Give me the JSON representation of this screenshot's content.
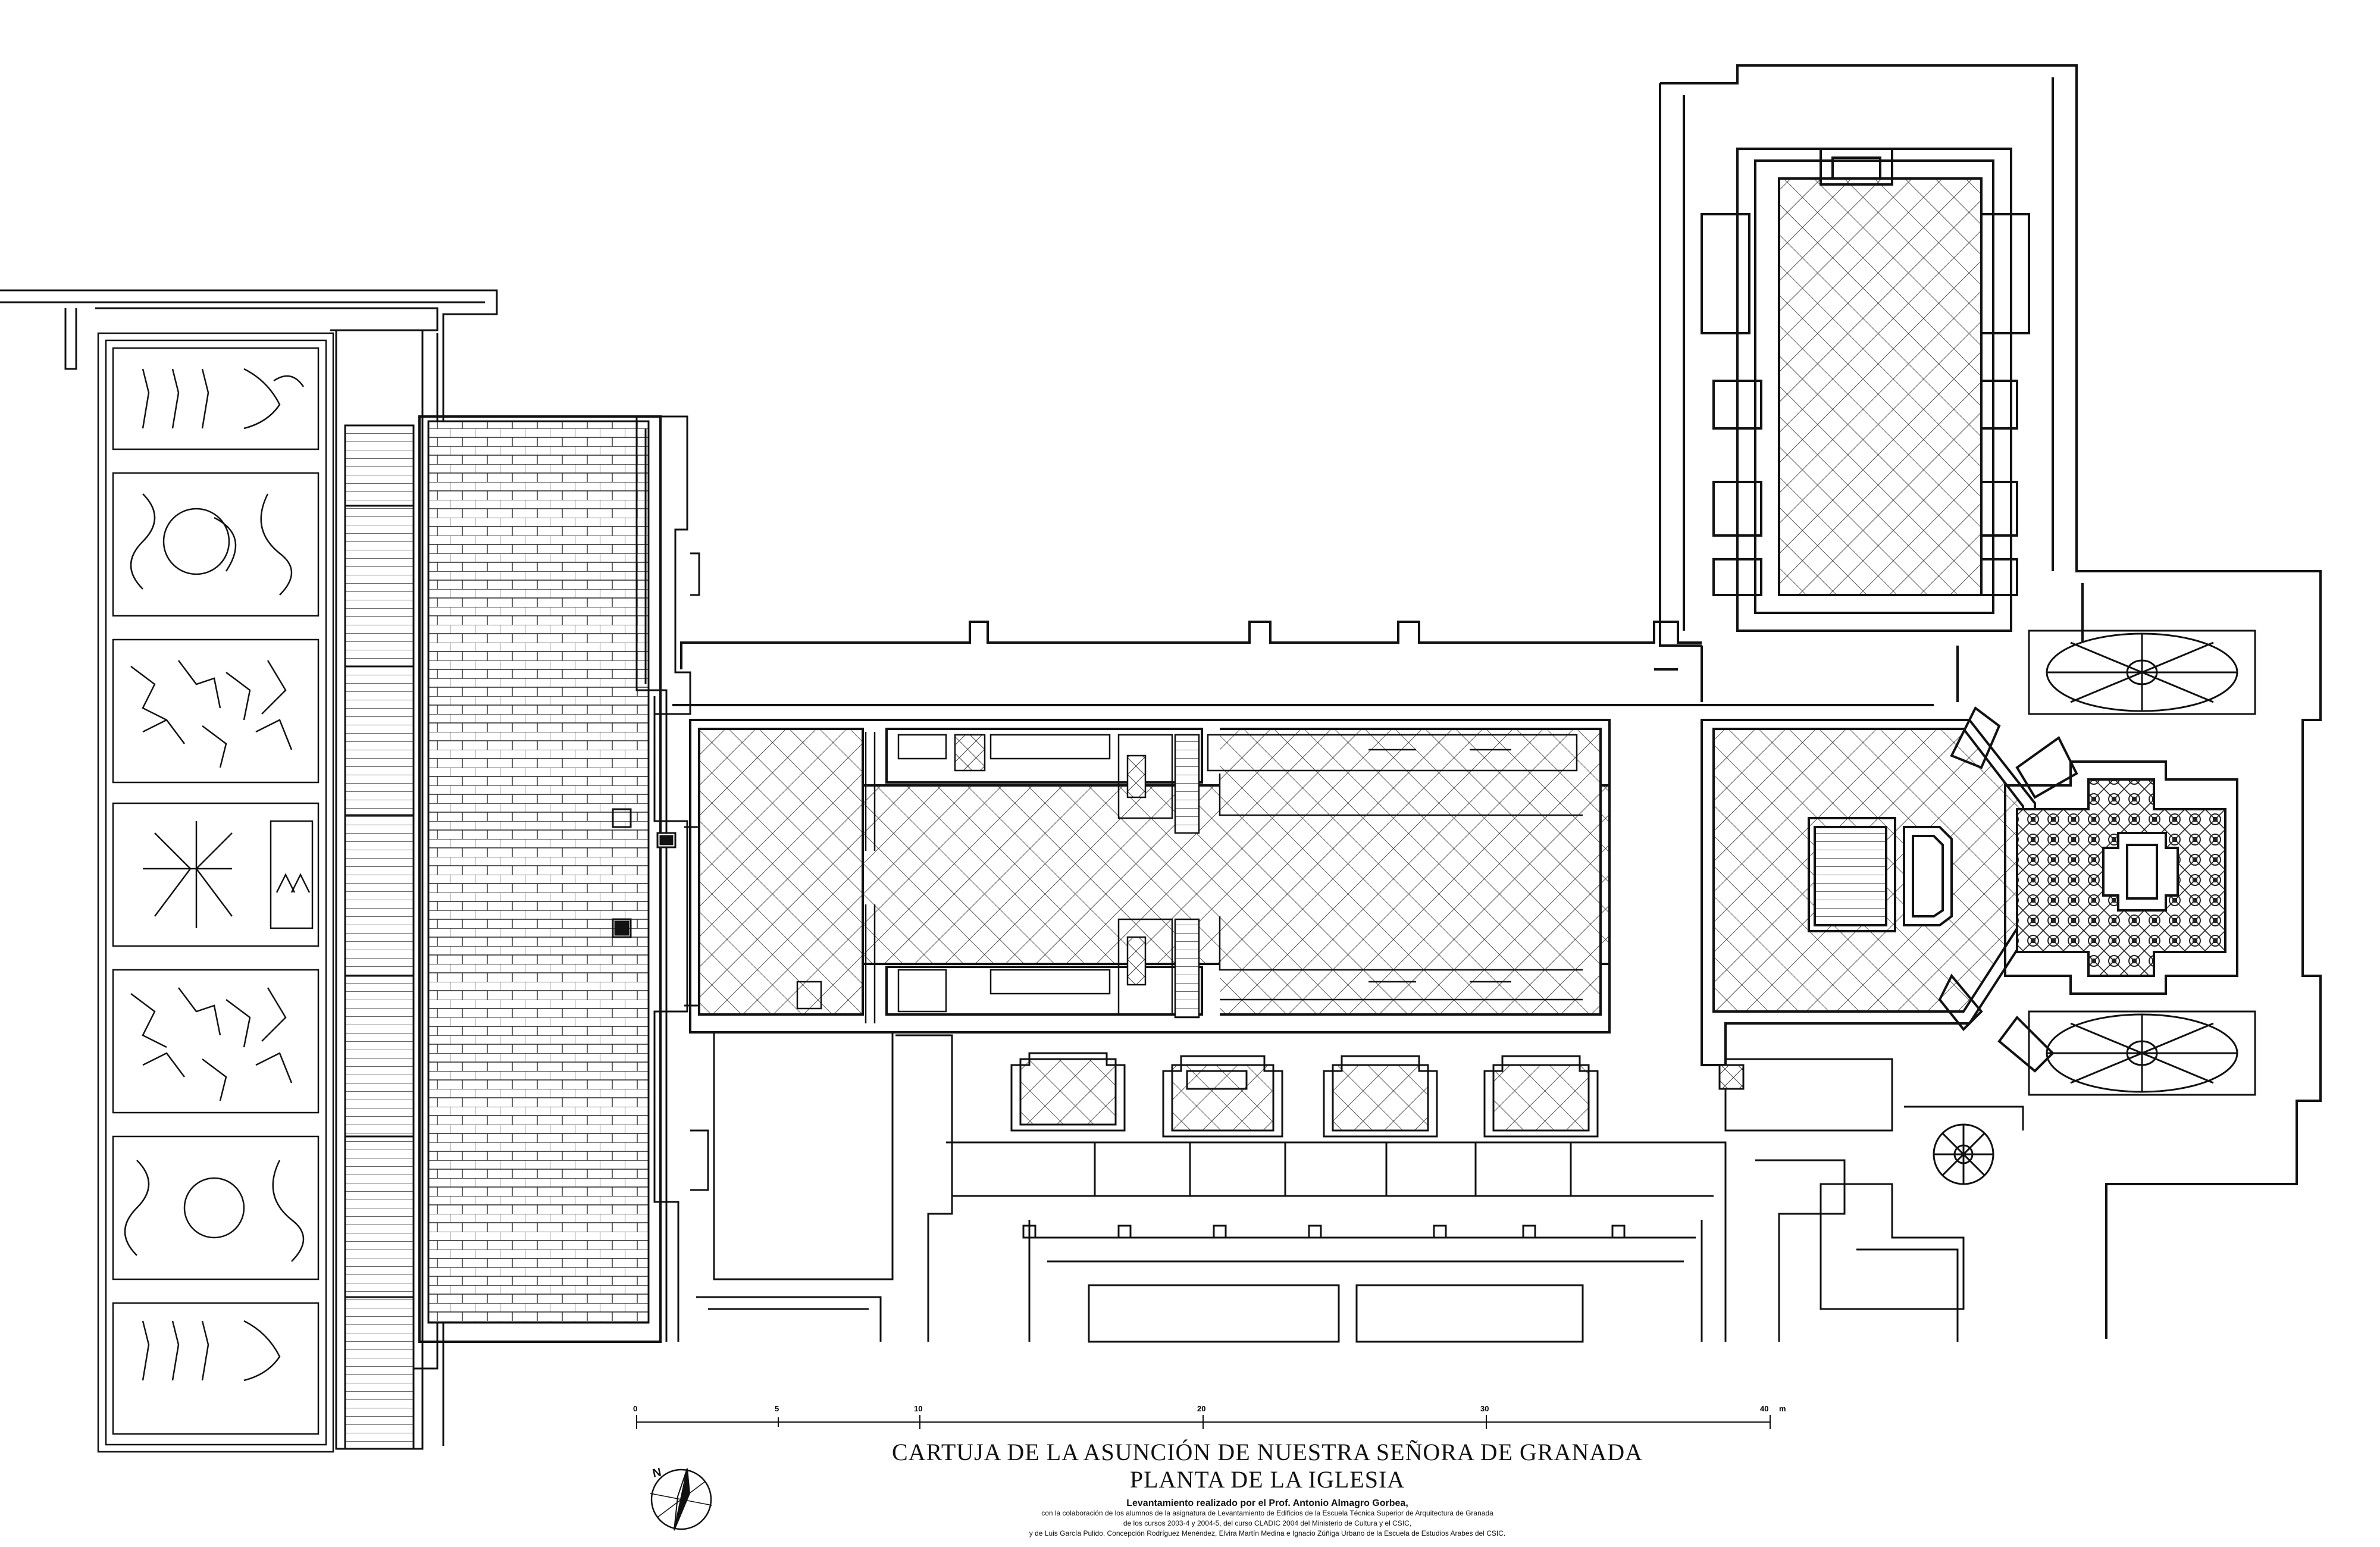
{
  "title": {
    "line1": "CARTUJA DE LA ASUNCIÓN DE NUESTRA SEÑORA DE GRANADA",
    "line2": "PLANTA DE LA IGLESIA"
  },
  "credits": {
    "line1": "Levantamiento realizado por el Prof. Antonio Almagro Gorbea,",
    "line2": "con la colaboración de los alumnos de la asignatura de Levantamiento de Edificios de la Escuela Técnica Superior de Arquitectura de Granada",
    "line3": "de los cursos 2003-4 y 2004-5, del curso CLADIC 2004 del Ministerio de Cultura y el CSIC,",
    "line4": "y de Luis García Pulido, Concepción Rodríguez Menéndez, Elvira Martín Medina e Ignacio Zúñiga Urbano de la Escuela de Estudios Arabes del CSIC."
  },
  "scale_bar": {
    "labels": [
      "0",
      "5",
      "10",
      "20",
      "30",
      "40"
    ],
    "unit": "m"
  },
  "north_arrow": {
    "label": "N"
  },
  "colors": {
    "ink": "#111111",
    "paper": "#ffffff"
  }
}
